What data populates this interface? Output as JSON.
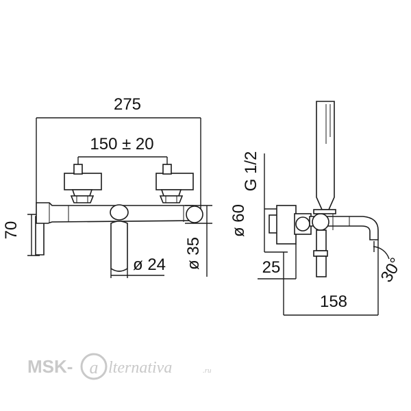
{
  "dimensions": {
    "width_overall": "275",
    "handle_spacing": "150 ± 20",
    "height_left": "70",
    "dia_lever": "ø 24",
    "dia_body": "ø 35",
    "dia_escutcheon": "ø 60",
    "thread": "G 1/2",
    "offset": "25",
    "projection": "158",
    "angle": "30°"
  },
  "watermark": {
    "prefix": "MSK-",
    "script": "lternativa",
    "suffix": ".ru"
  }
}
